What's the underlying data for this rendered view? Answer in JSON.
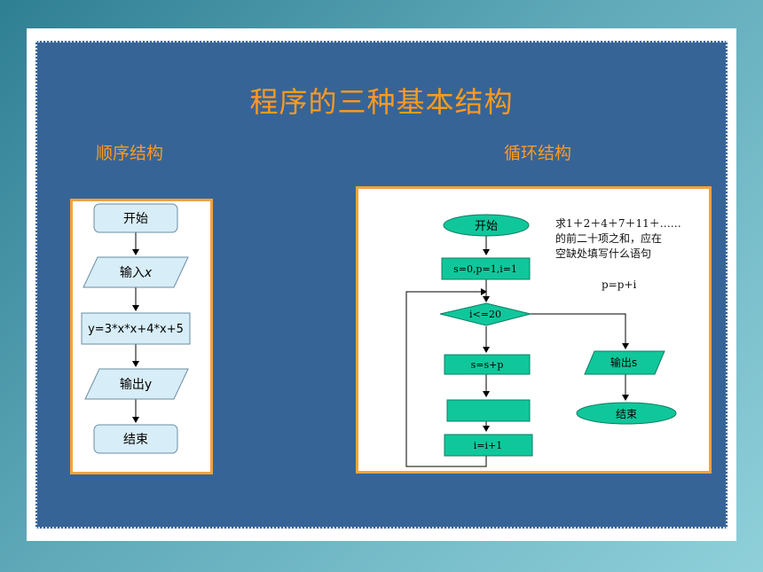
{
  "title": "程序的三种基本结构",
  "sections": {
    "sequence_label": "顺序结构",
    "loop_label": "循环结构"
  },
  "sequence_flow": {
    "start": "开始",
    "input_prefix": "输入",
    "input_var": "x",
    "compute": "y=3*x*x+4*x+5",
    "output": "输出y",
    "end": "结束"
  },
  "loop_flow": {
    "start": "开始",
    "init": "s=0,p=1,i=1",
    "condition": "i<=20",
    "update_s": "s=s+p",
    "blank": "",
    "increment": "i=i+1",
    "output": "输出s",
    "end": "结束"
  },
  "question": {
    "line1": "求1＋2＋4＋7＋11＋……",
    "line2": "的前二十项之和，应在",
    "line3": "空缺处填写什么语句",
    "answer": "p=p+i"
  },
  "colors": {
    "panel": "#376497",
    "accent": "#ff9a1f",
    "flow_node_fill": "#d7edf7",
    "loop_node_fill": "#10c79b"
  }
}
